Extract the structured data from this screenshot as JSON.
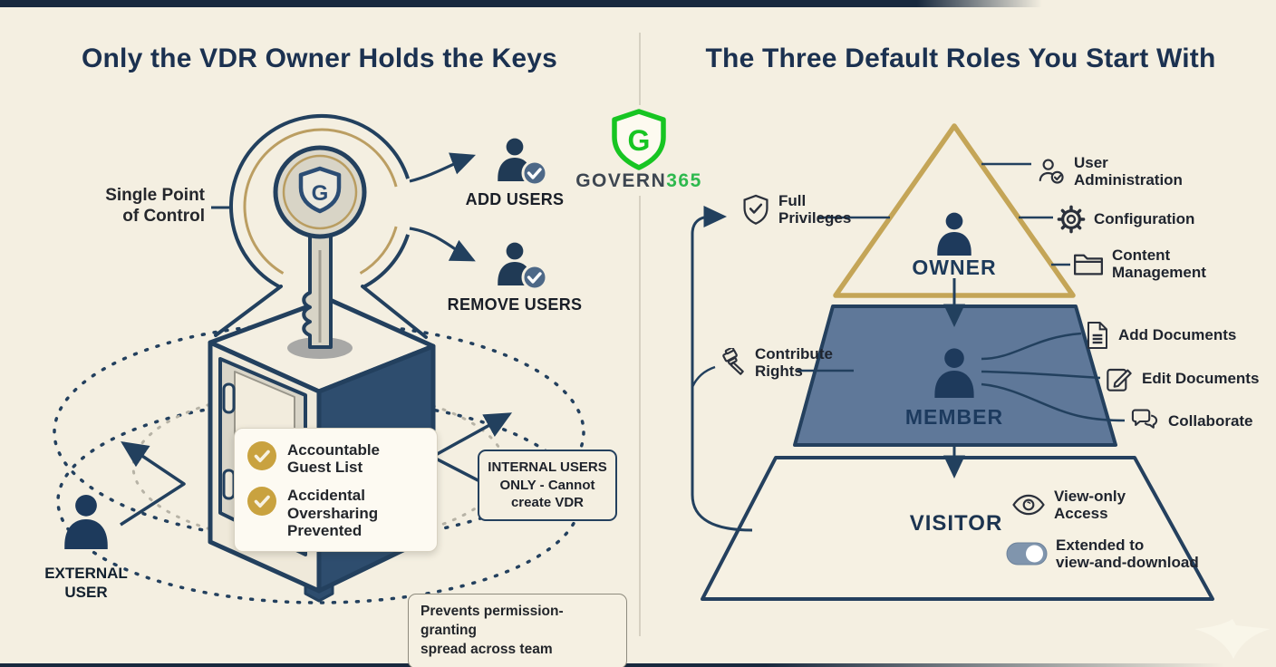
{
  "brand": {
    "name": "GOVERN",
    "suffix": "365",
    "monogram": "G"
  },
  "left": {
    "title": "Only the VDR Owner Holds the Keys",
    "key_label": "Single Point\nof Control",
    "actions": [
      "ADD USERS",
      "REMOVE USERS"
    ],
    "checklist": [
      "Accountable\nGuest List",
      "Accidental\nOversharing\nPrevented"
    ],
    "internal_note": "INTERNAL USERS\nONLY - Cannot\ncreate VDR",
    "external_label": "EXTERNAL\nUSER",
    "footer_note": "Prevents permission-granting\nspread across team"
  },
  "right": {
    "title": "The Three Default Roles You Start With",
    "roles": [
      {
        "name": "OWNER",
        "features": [
          "User\nAdministration",
          "Configuration",
          "Content\nManagement"
        ]
      },
      {
        "name": "MEMBER",
        "features": [
          "Add Documents",
          "Edit Documents",
          "Collaborate"
        ]
      },
      {
        "name": "VISITOR",
        "features": [
          "View-only\nAccess",
          "Extended to\nview-and-download"
        ]
      }
    ],
    "side_labels": [
      "Full\nPrivileges",
      "Contribute\nRights"
    ]
  },
  "colors": {
    "background": "#f4efe1",
    "navy": "#22405e",
    "ink": "#20242c",
    "gold": "#c4a557",
    "gold_badge": "#c9a23f",
    "member_band": "#5f7899",
    "badge_slate": "#4d6887",
    "green": "#1cc32b",
    "divider": "#cdc7b8"
  }
}
